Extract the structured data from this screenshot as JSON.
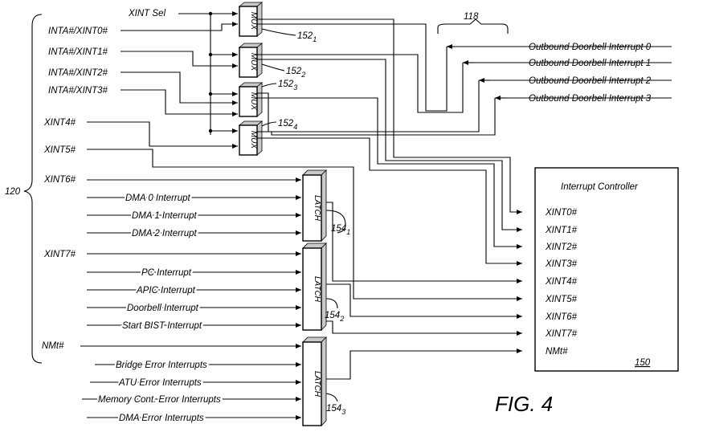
{
  "figure": {
    "fig_label": "FIG. 4",
    "bracket_120": "120",
    "bracket_118": "118"
  },
  "left_inputs": {
    "xint_sel": "XINT Sel",
    "inta0": "INTA#/XINT0#",
    "inta1": "INTA#/XINT1#",
    "inta2": "INTA#/XINT2#",
    "inta3": "INTA#/XINT3#",
    "xint4": "XINT4#",
    "xint5": "XINT5#",
    "xint6": "XINT6#",
    "xint7": "XINT7#",
    "nmi": "NMt#"
  },
  "muxes": [
    {
      "label": "MUX",
      "ref": "152",
      "sub": "1"
    },
    {
      "label": "MUX",
      "ref": "152",
      "sub": "2"
    },
    {
      "label": "MUX",
      "ref": "152",
      "sub": "3"
    },
    {
      "label": "MUX",
      "ref": "152",
      "sub": "4"
    }
  ],
  "latches": [
    {
      "label": "LATCH",
      "ref": "154",
      "sub": "1",
      "inputs": [
        "DMA 0 Interrupt",
        "DMA 1 Interrupt",
        "DMA 2 Interrupt"
      ]
    },
    {
      "label": "LATCH",
      "ref": "154",
      "sub": "2",
      "inputs": [
        "PC Interrupt",
        "APIC Interrupt",
        "Doorbell Interrupt",
        "Start BIST Interrupt"
      ]
    },
    {
      "label": "LATCH",
      "ref": "154",
      "sub": "3",
      "inputs": [
        "Bridge Error Interrupts",
        "ATU Error Interrupts",
        "Memory Cont. Error Interrupts",
        "DMA Error Interrupts"
      ]
    }
  ],
  "doorbells": [
    "Outbound Doorbell Interrupt 0",
    "Outbound Doorbell Interrupt 1",
    "Outbound Doorbell Interrupt 2",
    "Outbound Doorbell Interrupt 3"
  ],
  "controller": {
    "title": "Interrupt Controller",
    "ref": "150",
    "pins": [
      "XINT0#",
      "XINT1#",
      "XINT2#",
      "XINT3#",
      "XINT4#",
      "XINT5#",
      "XINT6#",
      "XINT7#",
      "NMt#"
    ]
  }
}
